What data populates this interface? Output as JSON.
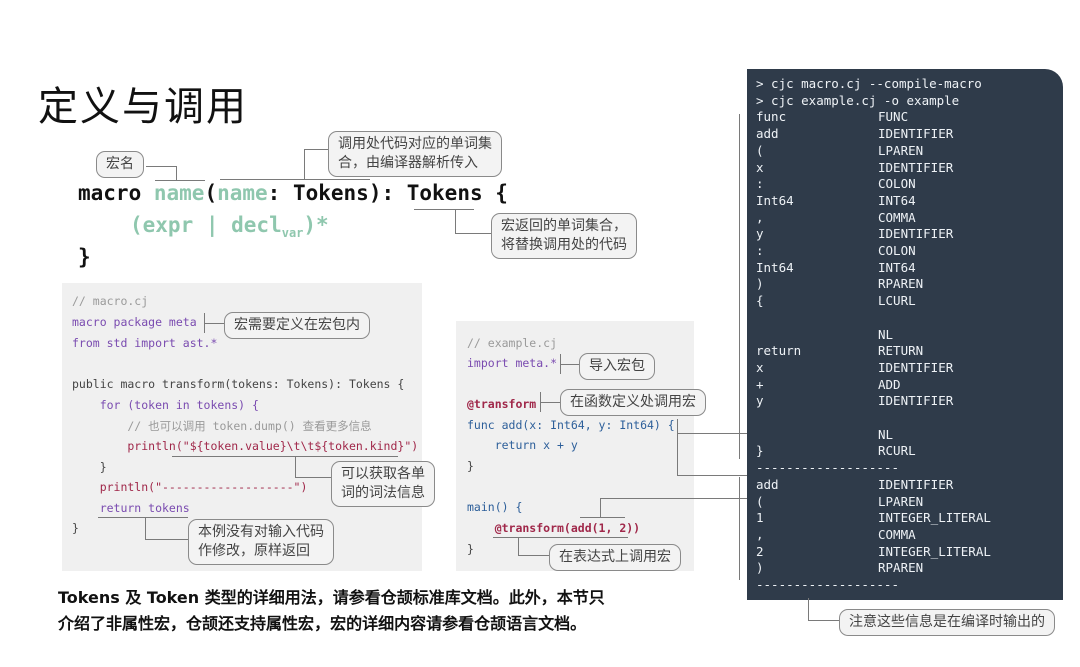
{
  "title": "定义与调用",
  "signature": {
    "macro_kw": "macro ",
    "name": "name",
    "open_paren": "(",
    "param_name": "name",
    "param_type": ": Tokens): Tokens {",
    "body": "(expr | decl",
    "body_sub": "var",
    "body_tail": ")*",
    "close": "}"
  },
  "callouts": {
    "macro_name": "宏名",
    "param_tokens": "调用处代码对应的单词集\n合，由编译器解析传入",
    "return_tokens": "宏返回的单词集合，\n将替换调用处的代码",
    "package_note": "宏需要定义在宏包内",
    "get_tokens_note": "可以获取各单\n词的词法信息",
    "return_note": "本例没有对输入代码\n作修改，原样返回",
    "import_note": "导入宏包",
    "define_call_note": "在函数定义处调用宏",
    "expr_call_note": "在表达式上调用宏",
    "compile_output_note": "注意这些信息是在编译时输出的"
  },
  "macro_file": {
    "lines": [
      "// macro.cj",
      "macro package meta",
      "from std import ast.*",
      "",
      "public macro transform(tokens: Tokens): Tokens {",
      "    for (token in tokens) {",
      "        // 也可以调用 token.dump() 查看更多信息",
      "        println(\"${token.value}\\t\\t${token.kind}\")",
      "    }",
      "    println(\"-------------------\")",
      "    return tokens",
      "}"
    ]
  },
  "example_file": {
    "lines": [
      "// example.cj",
      "import meta.*",
      "",
      "@transform",
      "func add(x: Int64, y: Int64) {",
      "    return x + y",
      "}",
      "",
      "main() {",
      "    @transform(add(1, 2))",
      "}"
    ]
  },
  "terminal": {
    "commands": [
      "> cjc macro.cj --compile-macro",
      "> cjc example.cj -o example"
    ],
    "rows": [
      [
        "func",
        "FUNC"
      ],
      [
        "add",
        "IDENTIFIER"
      ],
      [
        "(",
        "LPAREN"
      ],
      [
        "x",
        "IDENTIFIER"
      ],
      [
        ":",
        "COLON"
      ],
      [
        "Int64",
        "INT64"
      ],
      [
        ",",
        "COMMA"
      ],
      [
        "y",
        "IDENTIFIER"
      ],
      [
        ":",
        "COLON"
      ],
      [
        "Int64",
        "INT64"
      ],
      [
        ")",
        "RPAREN"
      ],
      [
        "{",
        "LCURL"
      ],
      [
        "",
        ""
      ],
      [
        "",
        "NL"
      ],
      [
        "return",
        "RETURN"
      ],
      [
        "x",
        "IDENTIFIER"
      ],
      [
        "+",
        "ADD"
      ],
      [
        "y",
        "IDENTIFIER"
      ],
      [
        "",
        ""
      ],
      [
        "",
        "NL"
      ],
      [
        "}",
        "RCURL"
      ],
      [
        "-------------------",
        ""
      ],
      [
        "add",
        "IDENTIFIER"
      ],
      [
        "(",
        "LPAREN"
      ],
      [
        "1",
        "INTEGER_LITERAL"
      ],
      [
        ",",
        "COMMA"
      ],
      [
        "2",
        "INTEGER_LITERAL"
      ],
      [
        ")",
        "RPAREN"
      ],
      [
        "-------------------",
        ""
      ]
    ]
  },
  "description": {
    "line1": "Tokens 及 Token 类型的详细用法，请参看仓颉标准库文档。此外，本节只",
    "line2_a": "介绍了",
    "line2_b": "非属性宏",
    "line2_c": "，仓颉还支持",
    "line2_d": "属性宏",
    "line2_e": "，宏的详细内容请参看仓颉语言文档。"
  }
}
